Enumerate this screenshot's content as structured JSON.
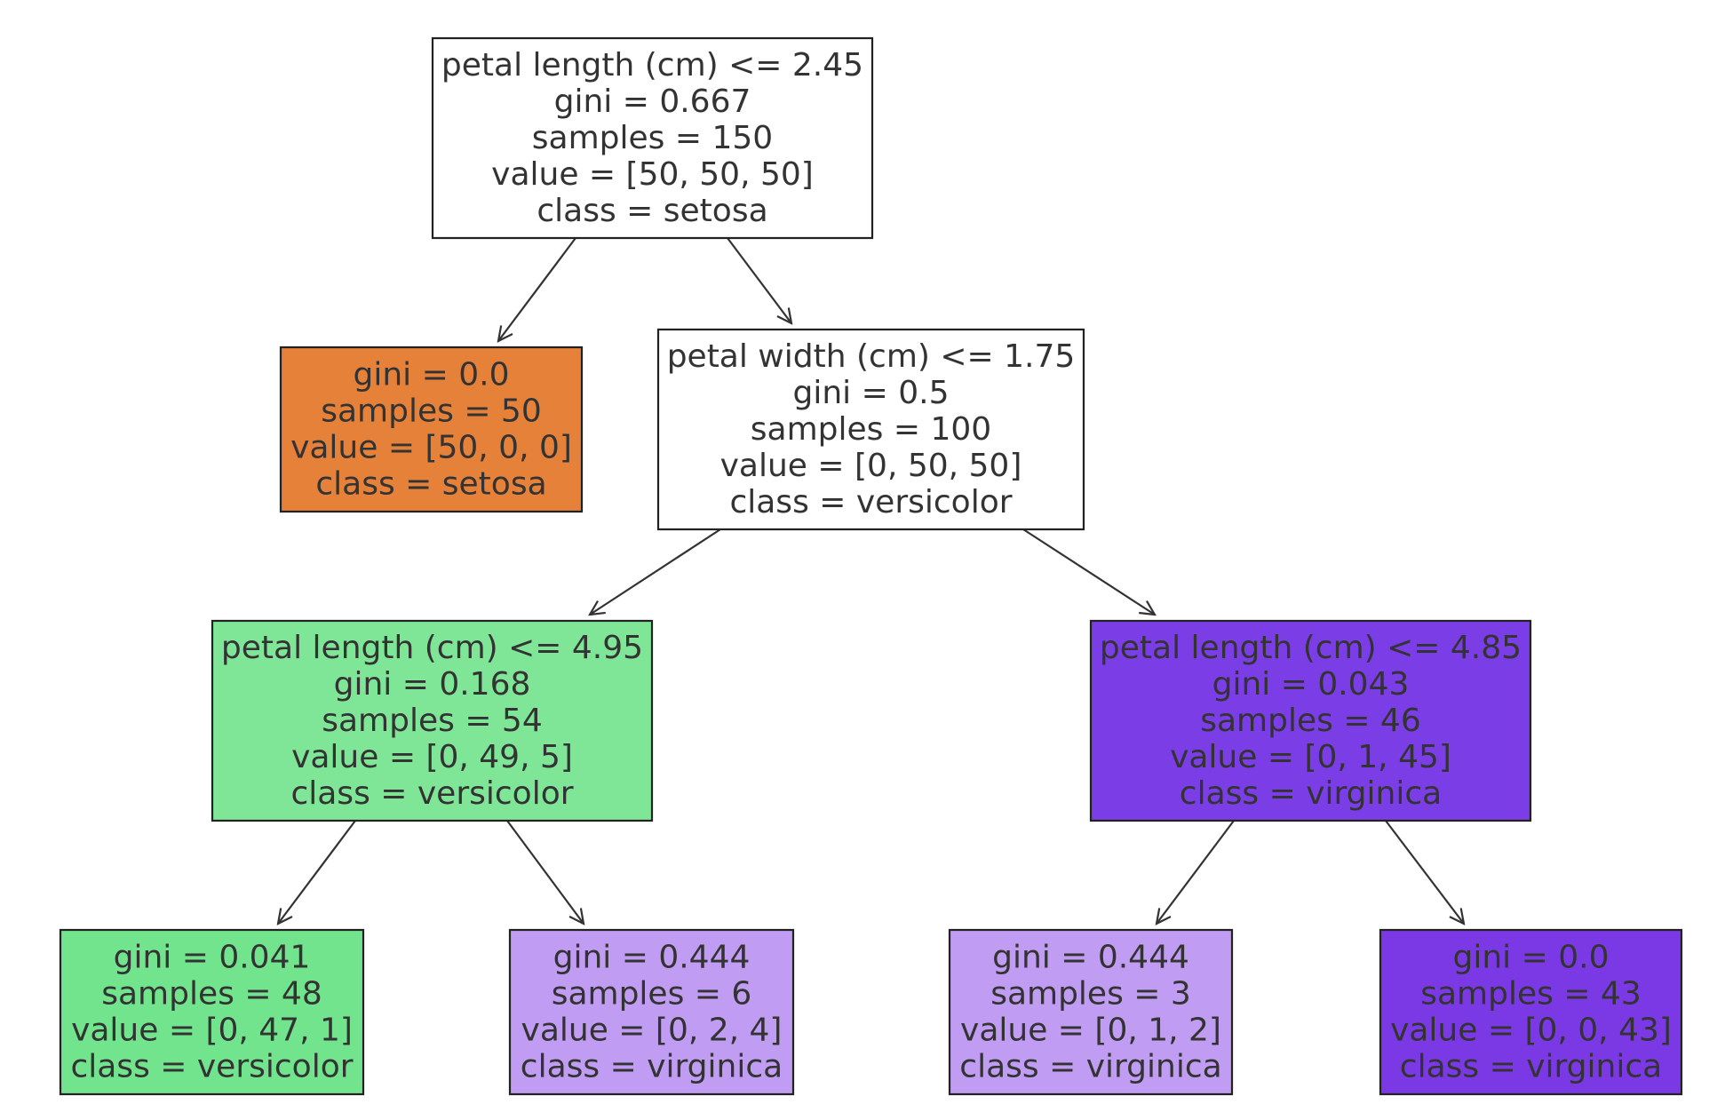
{
  "tree": {
    "nodes": [
      {
        "id": "root",
        "lines": [
          "petal length (cm) <= 2.45",
          "gini = 0.667",
          "samples = 150",
          "value = [50, 50, 50]",
          "class = setosa"
        ],
        "fill": "#ffffff"
      },
      {
        "id": "left-setosa",
        "lines": [
          "gini = 0.0",
          "samples = 50",
          "value = [50, 0, 0]",
          "class = setosa"
        ],
        "fill": "#e58139"
      },
      {
        "id": "petal-width",
        "lines": [
          "petal width (cm) <= 1.75",
          "gini = 0.5",
          "samples = 100",
          "value = [0, 50, 50]",
          "class = versicolor"
        ],
        "fill": "#ffffff"
      },
      {
        "id": "petal-length-495",
        "lines": [
          "petal length (cm) <= 4.95",
          "gini = 0.168",
          "samples = 54",
          "value = [0, 49, 5]",
          "class = versicolor"
        ],
        "fill": "#7ee696"
      },
      {
        "id": "petal-length-485",
        "lines": [
          "petal length (cm) <= 4.85",
          "gini = 0.043",
          "samples = 46",
          "value = [0, 1, 45]",
          "class = virginica"
        ],
        "fill": "#7b3de5"
      },
      {
        "id": "leaf-versicolor-48",
        "lines": [
          "gini = 0.041",
          "samples = 48",
          "value = [0, 47, 1]",
          "class = versicolor"
        ],
        "fill": "#72e48d"
      },
      {
        "id": "leaf-virginica-6",
        "lines": [
          "gini = 0.444",
          "samples = 6",
          "value = [0, 2, 4]",
          "class = virginica"
        ],
        "fill": "#c09cf2"
      },
      {
        "id": "leaf-virginica-3",
        "lines": [
          "gini = 0.444",
          "samples = 3",
          "value = [0, 1, 2]",
          "class = virginica"
        ],
        "fill": "#c09cf2"
      },
      {
        "id": "leaf-virginica-43",
        "lines": [
          "gini = 0.0",
          "samples = 43",
          "value = [0, 0, 43]",
          "class = virginica"
        ],
        "fill": "#7b39e5"
      }
    ],
    "edges": [
      {
        "from": "root",
        "to": "left-setosa"
      },
      {
        "from": "root",
        "to": "petal-width"
      },
      {
        "from": "petal-width",
        "to": "petal-length-495"
      },
      {
        "from": "petal-width",
        "to": "petal-length-485"
      },
      {
        "from": "petal-length-495",
        "to": "leaf-versicolor-48"
      },
      {
        "from": "petal-length-495",
        "to": "leaf-virginica-6"
      },
      {
        "from": "petal-length-485",
        "to": "leaf-virginica-3"
      },
      {
        "from": "petal-length-485",
        "to": "leaf-virginica-43"
      }
    ]
  }
}
